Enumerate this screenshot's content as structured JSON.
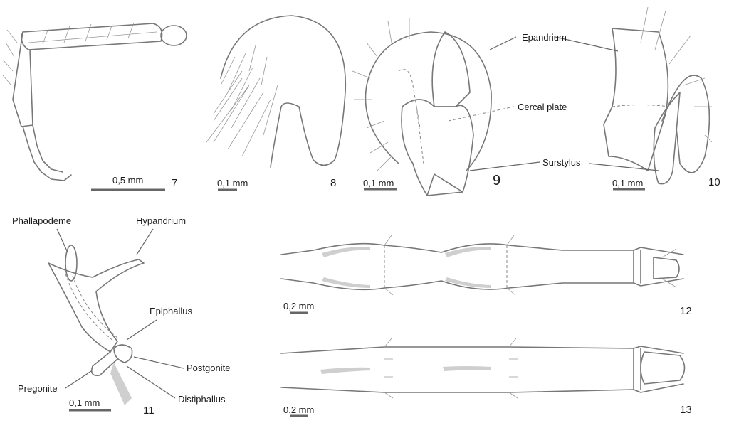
{
  "figures": {
    "fig7": {
      "number": "7",
      "scale": "0,5 mm"
    },
    "fig8": {
      "number": "8",
      "scale": "0,1 mm"
    },
    "fig9": {
      "number": "9",
      "scale": "0,1 mm"
    },
    "fig10": {
      "number": "10",
      "scale": "0,1 mm"
    },
    "fig11": {
      "number": "11",
      "scale": "0,1 mm"
    },
    "fig12": {
      "number": "12",
      "scale": "0,2 mm"
    },
    "fig13": {
      "number": "13",
      "scale": "0,2 mm"
    }
  },
  "labels": {
    "epandrium": "Epandrium",
    "cercal_plate": "Cercal plate",
    "surstylus": "Surstylus",
    "phallapodeme": "Phallapodeme",
    "hypandrium": "Hypandrium",
    "epiphallus": "Epiphallus",
    "postgonite": "Postgonite",
    "pregonite": "Pregonite",
    "distiphallus": "Distiphallus"
  }
}
